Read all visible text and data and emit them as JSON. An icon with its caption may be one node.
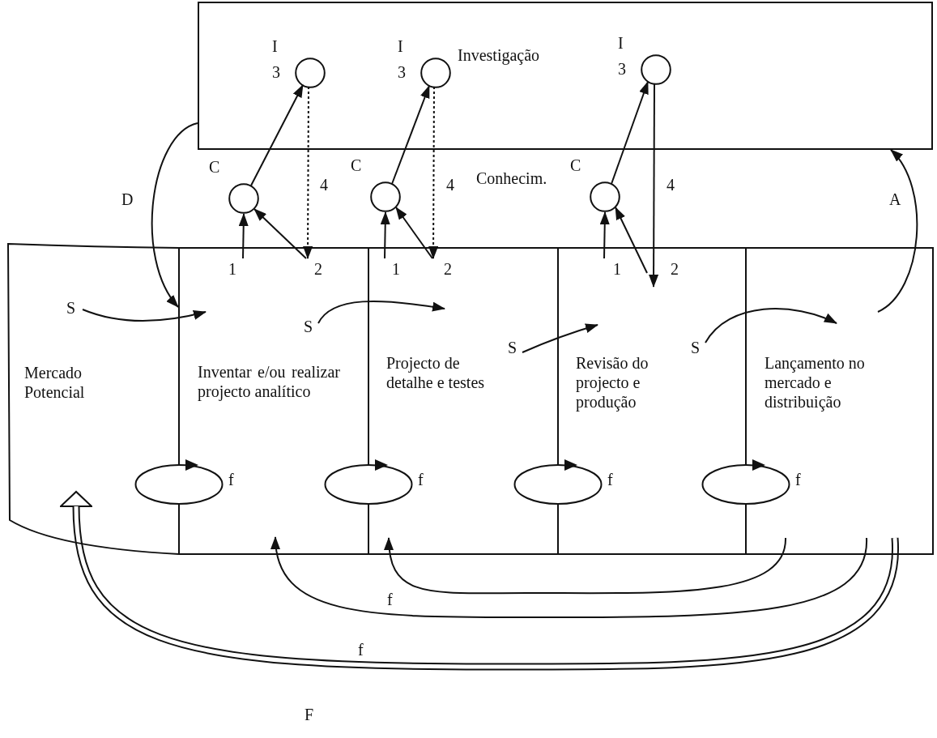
{
  "diagram": {
    "nodes": [
      {
        "text": [
          "Investigação"
        ]
      },
      {
        "text": [],
        "shape": "circle",
        "in": 0,
        "beside": [
          "I",
          "3"
        ]
      },
      {
        "text": [],
        "shape": "circle",
        "in": 0,
        "beside": [
          "I",
          "3"
        ]
      },
      {
        "text": [],
        "shape": "circle",
        "in": 0,
        "beside": [
          "I",
          "3"
        ]
      },
      {
        "text": [],
        "shape": "circle",
        "beside": [
          "C"
        ]
      },
      {
        "text": [],
        "shape": "circle",
        "beside": [
          "C"
        ]
      },
      {
        "text": [],
        "shape": "circle",
        "beside": [
          "C"
        ]
      },
      {
        "text": [],
        "shape": "box"
      },
      {
        "text": [
          "Mercado Potencial"
        ],
        "in": 7
      },
      {
        "text": [
          "Inventar e/ou realizar projecto analítico"
        ],
        "in": 7
      },
      {
        "text": [
          "Projecto de detalhe e testes"
        ],
        "in": 7
      },
      {
        "text": [
          "Revisão do projecto e produção"
        ],
        "in": 7
      },
      {
        "text": [
          "Lançamento no mercado e distribuição"
        ],
        "in": 7
      },
      {
        "text": [],
        "shape": "ellipse",
        "in": 7,
        "beside": [
          "f"
        ]
      },
      {
        "text": [],
        "shape": "ellipse",
        "in": 7,
        "beside": [
          "f"
        ]
      },
      {
        "text": [],
        "shape": "ellipse",
        "in": 7,
        "beside": [
          "f"
        ]
      },
      {
        "text": [],
        "shape": "ellipse",
        "in": 7,
        "beside": [
          "f"
        ]
      },
      {
        "text": [
          "S"
        ],
        "in": 8
      },
      {
        "text": [
          "S"
        ],
        "in": 9
      },
      {
        "text": [
          "S"
        ],
        "in": 10
      },
      {
        "text": [
          "S"
        ],
        "in": 11
      }
    ],
    "edges": [
      {
        "from": 4,
        "to": 1,
        "arrow": "to"
      },
      {
        "from": 1,
        "to": 9,
        "arrow": "to",
        "label": "4",
        "style": "dashed"
      },
      {
        "from": 9,
        "to": 4,
        "arrow": "to",
        "label": "1"
      },
      {
        "from": 9,
        "to": 4,
        "arrow": "to",
        "label": "2"
      },
      {
        "from": 5,
        "to": 2,
        "arrow": "to"
      },
      {
        "from": 2,
        "to": 10,
        "arrow": "to",
        "label": "4",
        "style": "dashed"
      },
      {
        "from": 10,
        "to": 5,
        "arrow": "to",
        "label": "1"
      },
      {
        "from": 10,
        "to": 5,
        "arrow": "to",
        "label": "2"
      },
      {
        "from": 6,
        "to": 3,
        "arrow": "to"
      },
      {
        "from": 3,
        "to": 11,
        "arrow": "to",
        "label": "4"
      },
      {
        "from": 11,
        "to": 6,
        "arrow": "to",
        "label": "1"
      },
      {
        "from": 11,
        "to": 6,
        "arrow": "to",
        "label": "2"
      },
      {
        "from": 0,
        "to": 9,
        "arrow": "to",
        "label": "D"
      },
      {
        "from": 12,
        "to": 0,
        "arrow": "to",
        "label": "A"
      },
      {
        "from": 17,
        "to": 9,
        "arrow": "to"
      },
      {
        "from": 18,
        "to": 10,
        "arrow": "to"
      },
      {
        "from": 19,
        "to": 11,
        "arrow": "to"
      },
      {
        "from": 20,
        "to": 12,
        "arrow": "to"
      },
      {
        "from": 12,
        "to": 10,
        "arrow": "to"
      },
      {
        "from": 12,
        "to": 9,
        "arrow": "to",
        "label": "f"
      },
      {
        "from": 12,
        "to": 8,
        "arrow": "to",
        "label": "f",
        "style": "thick"
      }
    ],
    "labels": [
      "Conhecim.",
      "F"
    ]
  }
}
